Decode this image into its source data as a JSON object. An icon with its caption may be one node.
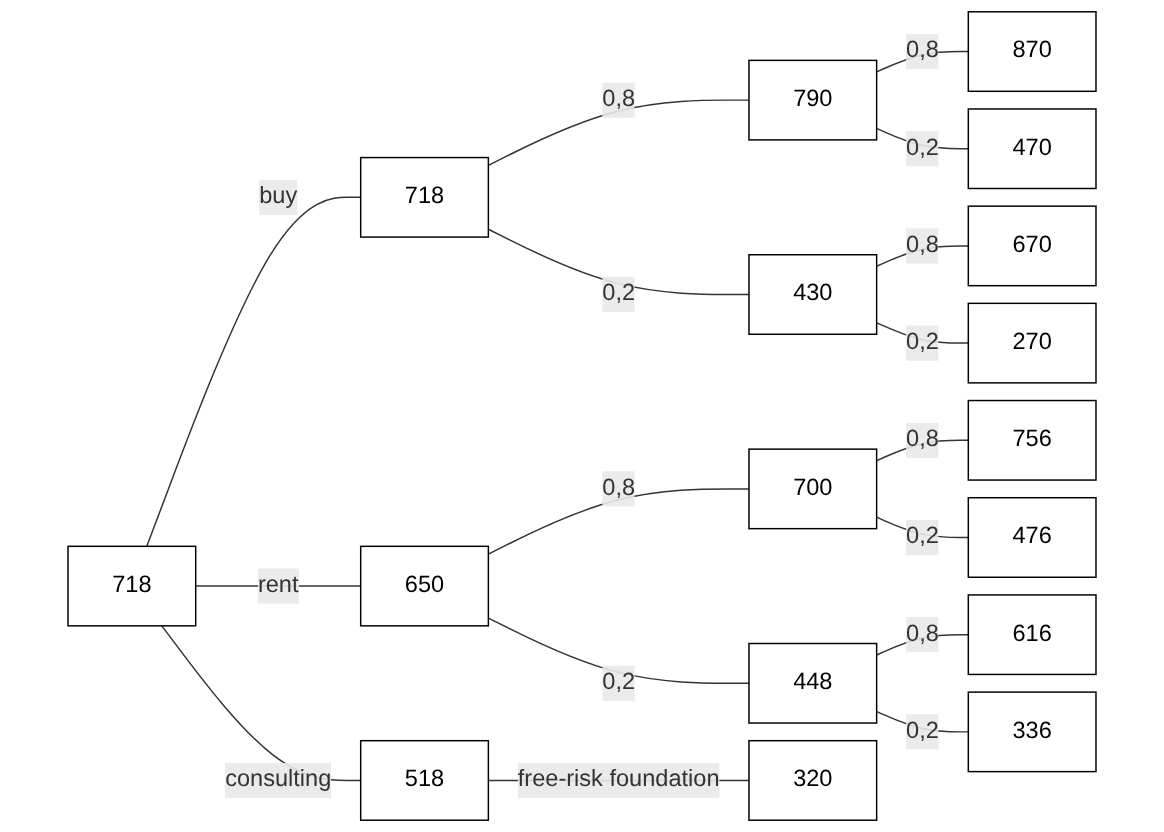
{
  "diagram": {
    "nodes": [
      {
        "text": [
          "718"
        ]
      },
      {
        "text": [
          "718"
        ]
      },
      {
        "text": [
          "790"
        ]
      },
      {
        "text": [
          "870"
        ]
      },
      {
        "text": [
          "470"
        ]
      },
      {
        "text": [
          "430"
        ]
      },
      {
        "text": [
          "670"
        ]
      },
      {
        "text": [
          "270"
        ]
      },
      {
        "text": [
          "650"
        ]
      },
      {
        "text": [
          "700"
        ]
      },
      {
        "text": [
          "756"
        ]
      },
      {
        "text": [
          "476"
        ]
      },
      {
        "text": [
          "448"
        ]
      },
      {
        "text": [
          "616"
        ]
      },
      {
        "text": [
          "336"
        ]
      },
      {
        "text": [
          "518"
        ]
      },
      {
        "text": [
          "320"
        ]
      }
    ],
    "edges": [
      {
        "from": 0,
        "to": 1,
        "arrow": "none",
        "label": "buy"
      },
      {
        "from": 1,
        "to": 2,
        "arrow": "none",
        "label": "0,8"
      },
      {
        "from": 2,
        "to": 3,
        "arrow": "none",
        "label": "0,8"
      },
      {
        "from": 2,
        "to": 4,
        "arrow": "none",
        "label": "0,2"
      },
      {
        "from": 1,
        "to": 5,
        "arrow": "none",
        "label": "0,2"
      },
      {
        "from": 5,
        "to": 6,
        "arrow": "none",
        "label": "0,8"
      },
      {
        "from": 5,
        "to": 7,
        "arrow": "none",
        "label": "0,2"
      },
      {
        "from": 0,
        "to": 8,
        "arrow": "none",
        "label": "rent"
      },
      {
        "from": 8,
        "to": 9,
        "arrow": "none",
        "label": "0,8"
      },
      {
        "from": 9,
        "to": 10,
        "arrow": "none",
        "label": "0,8"
      },
      {
        "from": 9,
        "to": 11,
        "arrow": "none",
        "label": "0,2"
      },
      {
        "from": 8,
        "to": 12,
        "arrow": "none",
        "label": "0,2"
      },
      {
        "from": 12,
        "to": 13,
        "arrow": "none",
        "label": "0,8"
      },
      {
        "from": 12,
        "to": 14,
        "arrow": "none",
        "label": "0,2"
      },
      {
        "from": 0,
        "to": 15,
        "arrow": "none",
        "label": "consulting"
      },
      {
        "from": 15,
        "to": 16,
        "arrow": "none",
        "label": "free-risk foundation"
      }
    ]
  }
}
